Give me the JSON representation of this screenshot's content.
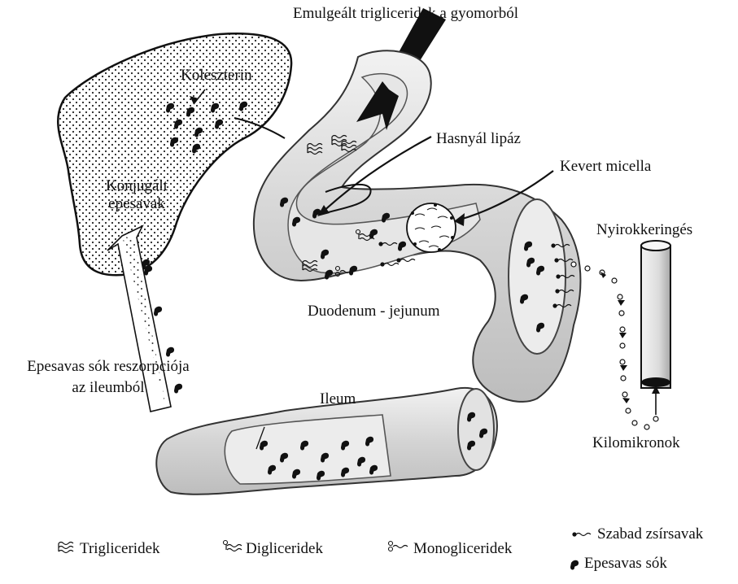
{
  "labels": {
    "emulsified_triglycerides": "Emulgeált trigliceridek a gyomorból",
    "cholesterol": "Koleszterin",
    "conjugated_bile_acids_line1": "Konjugált",
    "conjugated_bile_acids_line2": "epesavak",
    "pancreatic_lipase": "Hasnyál lipáz",
    "mixed_micelle": "Kevert micella",
    "lymph_circulation": "Nyirokkeringés",
    "duodenum_jejunum": "Duodenum - jejunum",
    "bile_salt_reabsorption_line1": "Epesavas sók reszorpciója",
    "bile_salt_reabsorption_line2": "az ileumból",
    "ileum": "Ileum",
    "chylomicrons": "Kilomikronok"
  },
  "legend": {
    "triglycerides": "Trigliceridek",
    "diglycerides": "Digliceridek",
    "monoglycerides": "Monogliceridek",
    "free_fatty_acids": "Szabad zsírsavak",
    "bile_salts": "Epesavas sók"
  },
  "colors": {
    "ink": "#111111",
    "tissue": "#d9d9d9",
    "tissue_light": "#ececec",
    "background": "#ffffff"
  }
}
